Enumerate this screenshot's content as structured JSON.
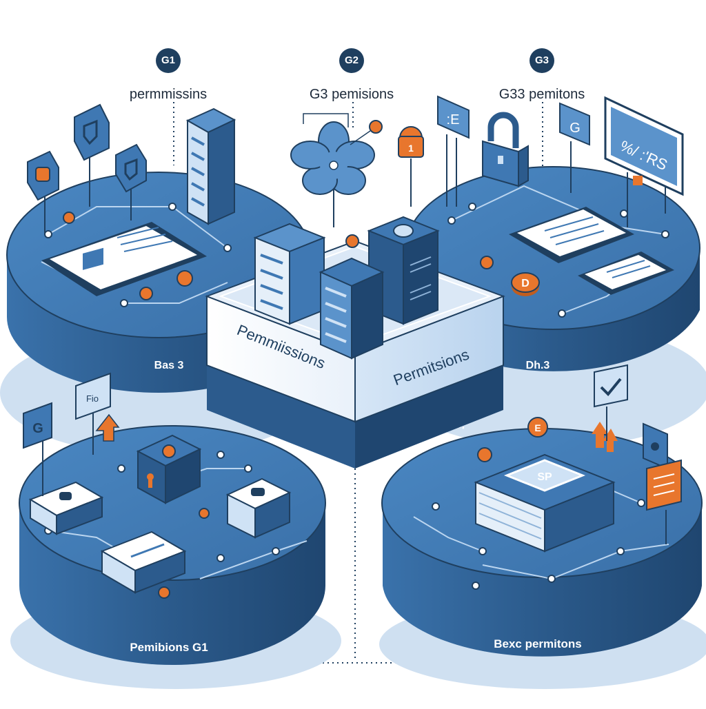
{
  "diagram": {
    "title": "Permissions groups overview",
    "groups": [
      {
        "badge": "G1",
        "label": "permmissins"
      },
      {
        "badge": "G2",
        "label": "G3  pemisions"
      },
      {
        "badge": "G3",
        "label": "G33 pemitons"
      }
    ],
    "center": {
      "left_face_label": "Pemmiissions",
      "right_face_label": "Permitsions"
    },
    "platforms": [
      {
        "id": "top-left",
        "label": "Bas 3"
      },
      {
        "id": "top-right",
        "label": "Dh.3"
      },
      {
        "id": "bottom-left",
        "label": "Pemibions G1"
      },
      {
        "id": "bottom-right",
        "label": "Bexc permitons"
      }
    ],
    "signs": {
      "top_right_e": ":E",
      "top_right_g": "G",
      "monitor_text": "%/ :'RS",
      "bottom_left_fi": "Fio",
      "bottom_left_g": "G",
      "lock_badge": "1",
      "token_d": "D",
      "token_e": "E",
      "book_cover": "SP"
    },
    "colors": {
      "platform_top": "#3f78b3",
      "platform_side": "#2c5b8d",
      "platform_shadow": "#cfe0f1",
      "accent_orange": "#e8762d",
      "dark_navy": "#1f3f5f",
      "light_blue": "#cfe2f5"
    }
  }
}
